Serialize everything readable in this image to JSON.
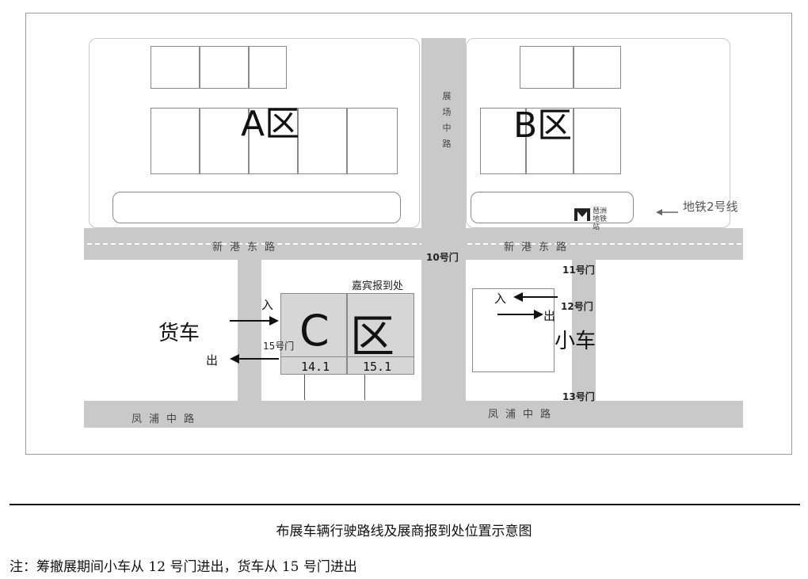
{
  "zones": {
    "a": "A区",
    "b": "B区",
    "c_letter": "C",
    "c_char": "区"
  },
  "roads": {
    "xingang_left": "新港东路",
    "xingang_right": "新港东路",
    "fengpu_left": "凤浦中路",
    "fengpu_right": "凤浦中路",
    "zhanchang": "展场中路"
  },
  "gates": {
    "g10": "10号门",
    "g11": "11号门",
    "g12": "12号门",
    "g13": "13号门",
    "g15": "15号门"
  },
  "vehicles": {
    "truck": "货车",
    "car": "小车",
    "in_left": "入",
    "out_left": "出",
    "in_right": "入",
    "out_right": "出"
  },
  "booths": {
    "left": "14.1",
    "right": "15.1",
    "vip_reg": "嘉宾报到处"
  },
  "metro": {
    "station": "琶洲地铁站",
    "line": "地铁2号线"
  },
  "caption": "布展车辆行驶路线及展商报到处位置示意图",
  "note": "注：筹撤展期间小车从 12 号门进出，货车从 15 号门进出"
}
